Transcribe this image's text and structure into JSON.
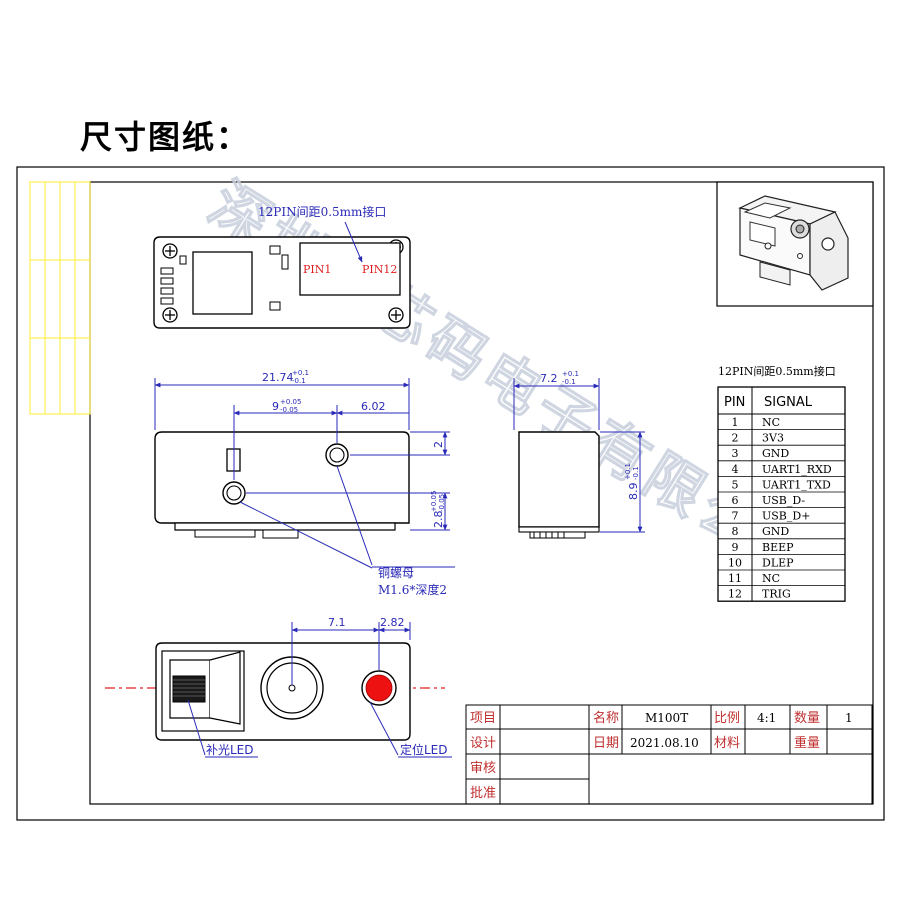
{
  "title": "尺寸图纸：",
  "watermark": "深圳市芯码电子有限公司",
  "top_view": {
    "connector_label": "12PIN间距0.5mm接口",
    "pin1": "PIN1",
    "pin12": "PIN12"
  },
  "front_view": {
    "dim_width": "21.74",
    "dim_width_tol_upper": "+0.1",
    "dim_width_tol_lower": "-0.1",
    "dim_hole_spacing": "9",
    "dim_hole_spacing_tol_upper": "+0.05",
    "dim_hole_spacing_tol_lower": "-0.05",
    "dim_right": "6.02",
    "dim_vert_top": "2",
    "dim_vert_bottom": "2.8",
    "dim_vert_bottom_tol_upper": "+0.05",
    "dim_vert_bottom_tol_lower": "-0.05",
    "nut_label": "铜螺母",
    "nut_spec": "M1.6*深度2"
  },
  "side_view": {
    "dim_width": "7.2",
    "dim_width_tol_upper": "+0.1",
    "dim_width_tol_lower": "-0.1",
    "dim_height": "8.9",
    "dim_height_tol_upper": "+0.1",
    "dim_height_tol_lower": "-0.1"
  },
  "bottom_view": {
    "dim_a": "7.1",
    "dim_b": "2.82",
    "fill_led_label": "补光LED",
    "aim_led_label": "定位LED"
  },
  "pin_table": {
    "caption": "12PIN间距0.5mm接口",
    "headers": [
      "PIN",
      "SIGNAL"
    ],
    "rows": [
      [
        "1",
        "NC"
      ],
      [
        "2",
        "3V3"
      ],
      [
        "3",
        "GND"
      ],
      [
        "4",
        "UART1_RXD"
      ],
      [
        "5",
        "UART1_TXD"
      ],
      [
        "6",
        "USB_D-"
      ],
      [
        "7",
        "USB_D+"
      ],
      [
        "8",
        "GND"
      ],
      [
        "9",
        "BEEP"
      ],
      [
        "10",
        "DLEP"
      ],
      [
        "11",
        "NC"
      ],
      [
        "12",
        "TRIG"
      ]
    ]
  },
  "title_block": {
    "project_label": "项目",
    "design_label": "设计",
    "review_label": "审核",
    "approve_label": "批准",
    "name_label": "名称",
    "name_value": "M100T",
    "date_label": "日期",
    "date_value": "2021.08.10",
    "scale_label": "比例",
    "scale_value": "4:1",
    "material_label": "材料",
    "qty_label": "数量",
    "qty_value": "1",
    "weight_label": "重量"
  },
  "colors": {
    "dim_blue": "#2a2ab8",
    "pin_red": "#e02020",
    "led_red": "#ee1111",
    "grid_yellow": "#ffee33",
    "label_red": "#c03030"
  }
}
